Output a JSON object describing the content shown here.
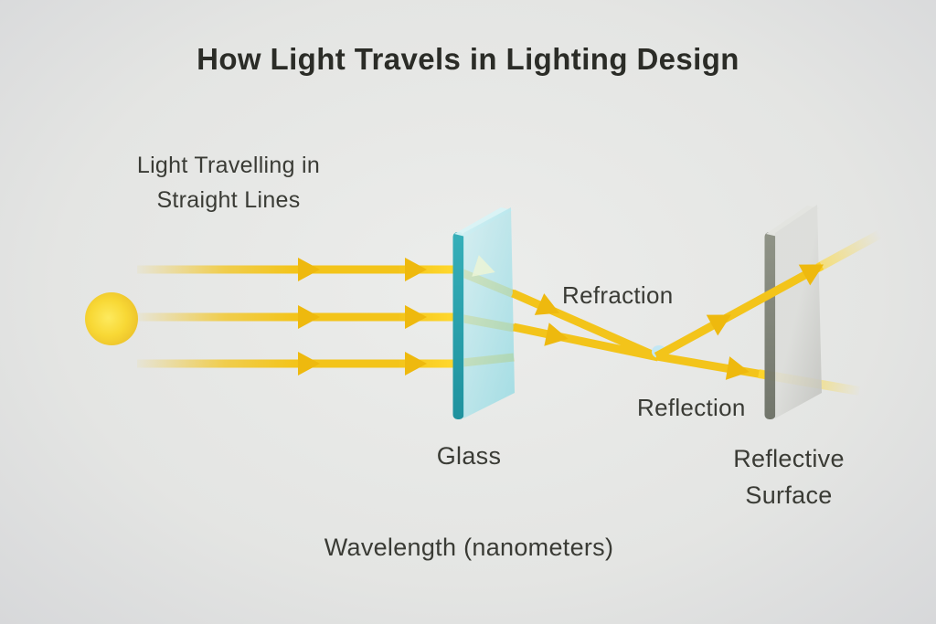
{
  "title": "How Light Travels in Lighting Design",
  "annotations": {
    "straight_line1": "Light Travelling in",
    "straight_line2": "Straight Lines",
    "refraction": "Refraction",
    "reflection": "Reflection"
  },
  "captions": {
    "glass": "Glass",
    "reflective_line1": "Reflective",
    "reflective_line2": "Surface",
    "axis": "Wavelength (nanometers)"
  },
  "colors": {
    "background_center": "#ecedeb",
    "background_edge": "#d7d8da",
    "text_title": "#2b2c27",
    "text_label": "#3a3b35",
    "ray_gold": "#f3c41a",
    "ray_bright": "#ffd82e",
    "arrow_gold": "#eeb90e",
    "sun_core": "#fdea5e",
    "sun_mid": "#f8d835",
    "sun_rim": "#ebc02a",
    "glass_edge_top": "#36afb9",
    "glass_edge_bottom": "#1f929e",
    "glass_face_light": "#cfeef2",
    "glass_face_deep": "#93dae3",
    "glass_bevel": "#d9f3f5",
    "mirror_edge_top": "#8c9083",
    "mirror_edge_bottom": "#6d7166",
    "mirror_face_light": "#dcddda",
    "mirror_face_deep": "#c3c4c0",
    "mirror_bevel": "#e3e4e0",
    "converge_dot": "#c2e7f4",
    "pale_arrow": "#ecf4d6"
  }
}
